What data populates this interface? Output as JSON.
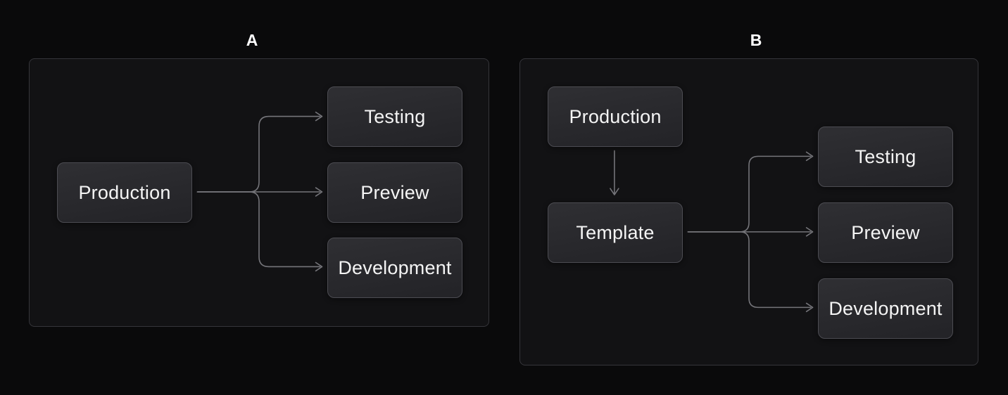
{
  "palette": {
    "page_bg": "#0a0a0b",
    "panel_bg": "#121214",
    "panel_border": "#35353a",
    "node_bg_top": "#2f2f33",
    "node_bg_bottom": "#232327",
    "node_border": "#4c4c52",
    "node_text": "#f4f4f4",
    "edge_color": "#75757a",
    "title_text": "#ffffff"
  },
  "diagram_a": {
    "title": "A",
    "nodes": {
      "production": "Production",
      "testing": "Testing",
      "preview": "Preview",
      "development": "Development"
    },
    "edges": [
      {
        "from": "Production",
        "to": "Testing"
      },
      {
        "from": "Production",
        "to": "Preview"
      },
      {
        "from": "Production",
        "to": "Development"
      }
    ]
  },
  "diagram_b": {
    "title": "B",
    "nodes": {
      "production": "Production",
      "template": "Template",
      "testing": "Testing",
      "preview": "Preview",
      "development": "Development"
    },
    "edges": [
      {
        "from": "Production",
        "to": "Template"
      },
      {
        "from": "Template",
        "to": "Testing"
      },
      {
        "from": "Template",
        "to": "Preview"
      },
      {
        "from": "Template",
        "to": "Development"
      }
    ]
  }
}
